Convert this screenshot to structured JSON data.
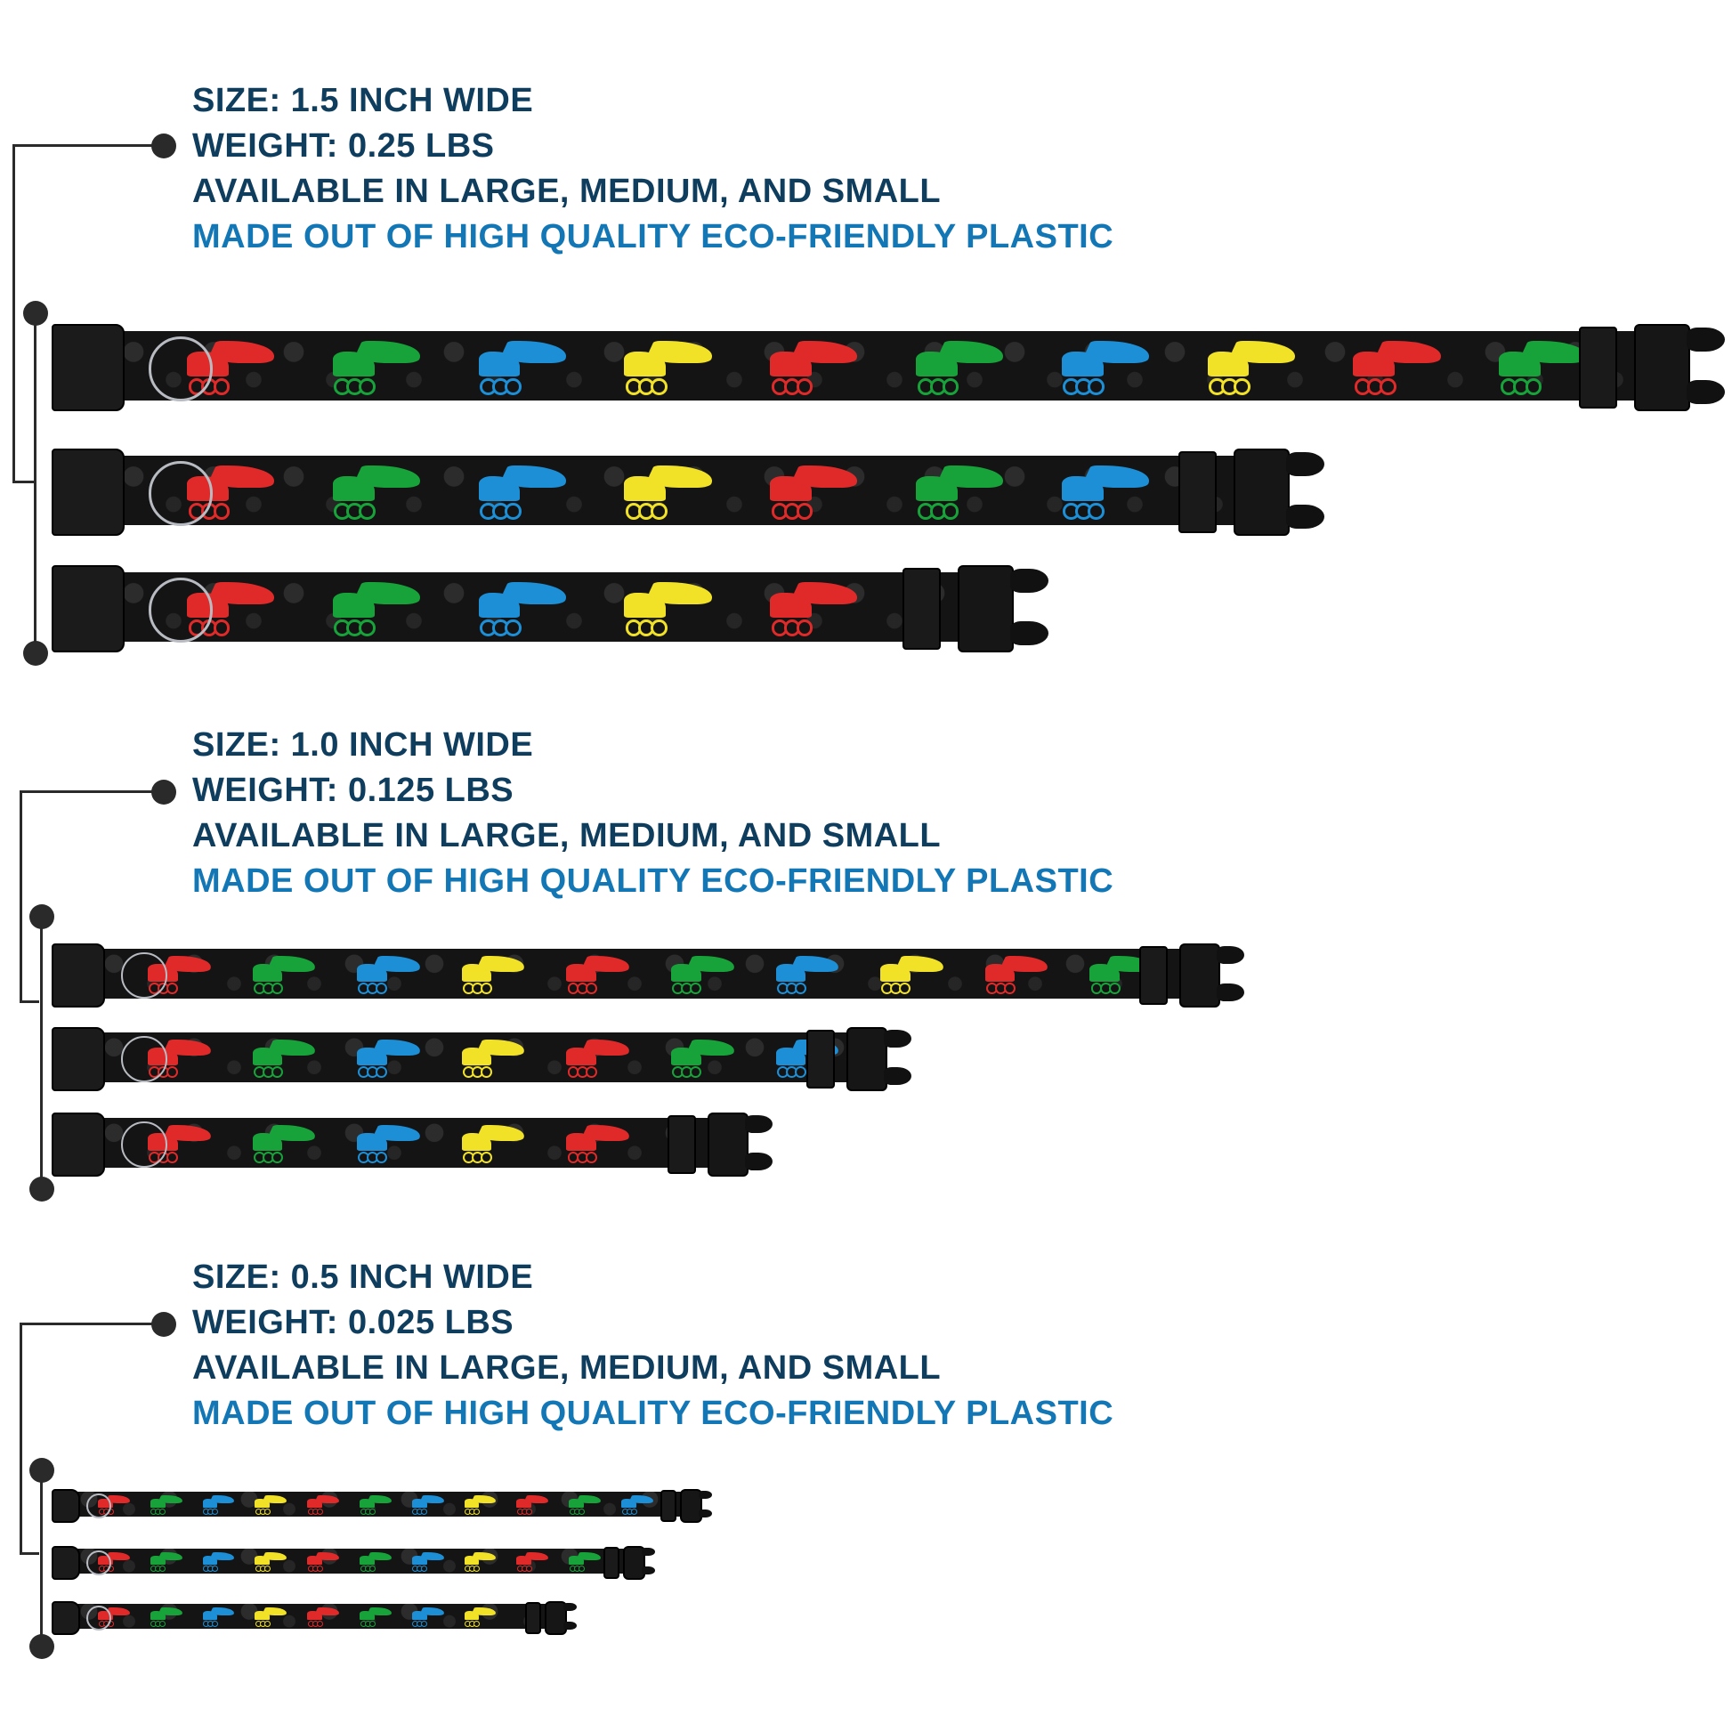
{
  "colors": {
    "heading": "#0f3d5e",
    "highlight": "#1377b6",
    "strap": "#141414",
    "skate_red": "#e02a2a",
    "skate_green": "#17a33a",
    "skate_blue": "#1d8fd6",
    "skate_yellow": "#f2e227"
  },
  "groups": [
    {
      "size": "SIZE: 1.5 INCH WIDE",
      "weight": "WEIGHT: 0.25 LBS",
      "availability": "AVAILABLE IN LARGE, MEDIUM, AND SMALL",
      "material": "MADE OUT OF HIGH QUALITY ECO-FRIENDLY PLASTIC",
      "collars": [
        "large",
        "medium",
        "small"
      ]
    },
    {
      "size": "SIZE: 1.0 INCH WIDE",
      "weight": "WEIGHT: 0.125 LBS",
      "availability": "AVAILABLE IN LARGE, MEDIUM, AND SMALL",
      "material": "MADE OUT OF HIGH QUALITY ECO-FRIENDLY PLASTIC",
      "collars": [
        "large",
        "medium",
        "small"
      ]
    },
    {
      "size": "SIZE: 0.5 INCH WIDE",
      "weight": "WEIGHT: 0.025 LBS",
      "availability": "AVAILABLE IN LARGE, MEDIUM, AND SMALL",
      "material": "MADE OUT OF HIGH QUALITY ECO-FRIENDLY PLASTIC",
      "collars": [
        "large",
        "medium",
        "small"
      ]
    }
  ],
  "pattern": {
    "icon": "winged-roller-skate-icon",
    "skate_colors": [
      "skate_red",
      "skate_green",
      "skate_blue",
      "skate_yellow"
    ]
  }
}
